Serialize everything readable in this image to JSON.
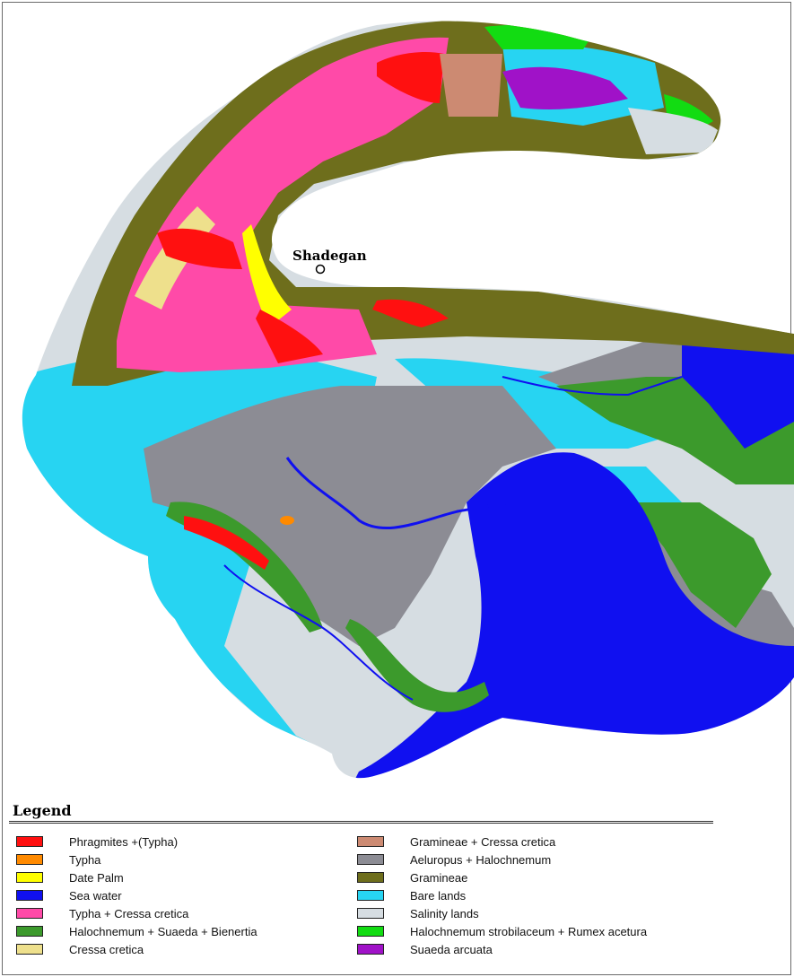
{
  "map": {
    "place_label": "Shadegan",
    "colors": {
      "phragmites": "#ff1010",
      "typha": "#ff8a00",
      "date_palm": "#ffff00",
      "sea_water": "#1010f0",
      "typha_cressa": "#ff4aa8",
      "halochnemum_suaeda": "#3c9a2c",
      "cressa": "#eee08c",
      "gramineae_cressa": "#cc8a72",
      "aeluropus": "#8c8c94",
      "gramineae": "#6e6e1c",
      "bare": "#27d4f2",
      "salinity": "#d6dde2",
      "halochnemum_rumex": "#12dc12",
      "suaeda": "#a012c8"
    }
  },
  "legend": {
    "title": "Legend",
    "left": [
      {
        "label": "Phragmites +(Typha)",
        "color": "#ff1010"
      },
      {
        "label": "Typha",
        "color": "#ff8a00"
      },
      {
        "label": "Date Palm",
        "color": "#ffff00"
      },
      {
        "label": "Sea water",
        "color": "#1010f0"
      },
      {
        "label": "Typha + Cressa cretica",
        "color": "#ff4aa8"
      },
      {
        "label": "Halochnemum + Suaeda + Bienertia",
        "color": "#3c9a2c"
      },
      {
        "label": "Cressa cretica",
        "color": "#eee08c"
      }
    ],
    "right": [
      {
        "label": "Gramineae + Cressa cretica",
        "color": "#cc8a72"
      },
      {
        "label": "Aeluropus + Halochnemum",
        "color": "#8c8c94"
      },
      {
        "label": "Gramineae",
        "color": "#6e6e1c"
      },
      {
        "label": "Bare lands",
        "color": "#27d4f2"
      },
      {
        "label": "Salinity lands",
        "color": "#d6dde2"
      },
      {
        "label": "Halochnemum strobilaceum + Rumex acetura",
        "color": "#12dc12"
      },
      {
        "label": "Suaeda arcuata",
        "color": "#a012c8"
      }
    ]
  }
}
